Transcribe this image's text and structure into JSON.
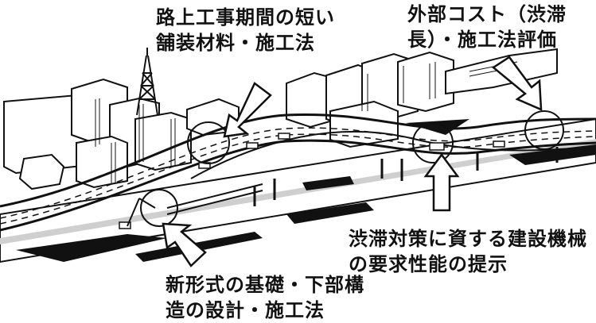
{
  "callouts": {
    "top_left": {
      "line1": "路上工事期間の短い",
      "line2": "舗装材料・施工法"
    },
    "top_right": {
      "line1": "外部コスト（渋滞",
      "line2": "長）・施工法評価"
    },
    "mid_right": {
      "line1": "渋滞対策に資する建設機械",
      "line2": "の要求性能の提示"
    },
    "bottom_left": {
      "line1": "新形式の基礎・下部構",
      "line2": "造の設計・施工法"
    }
  },
  "colors": {
    "ink": "#111111",
    "paper": "#ffffff",
    "shade": "#cfcfcf"
  }
}
